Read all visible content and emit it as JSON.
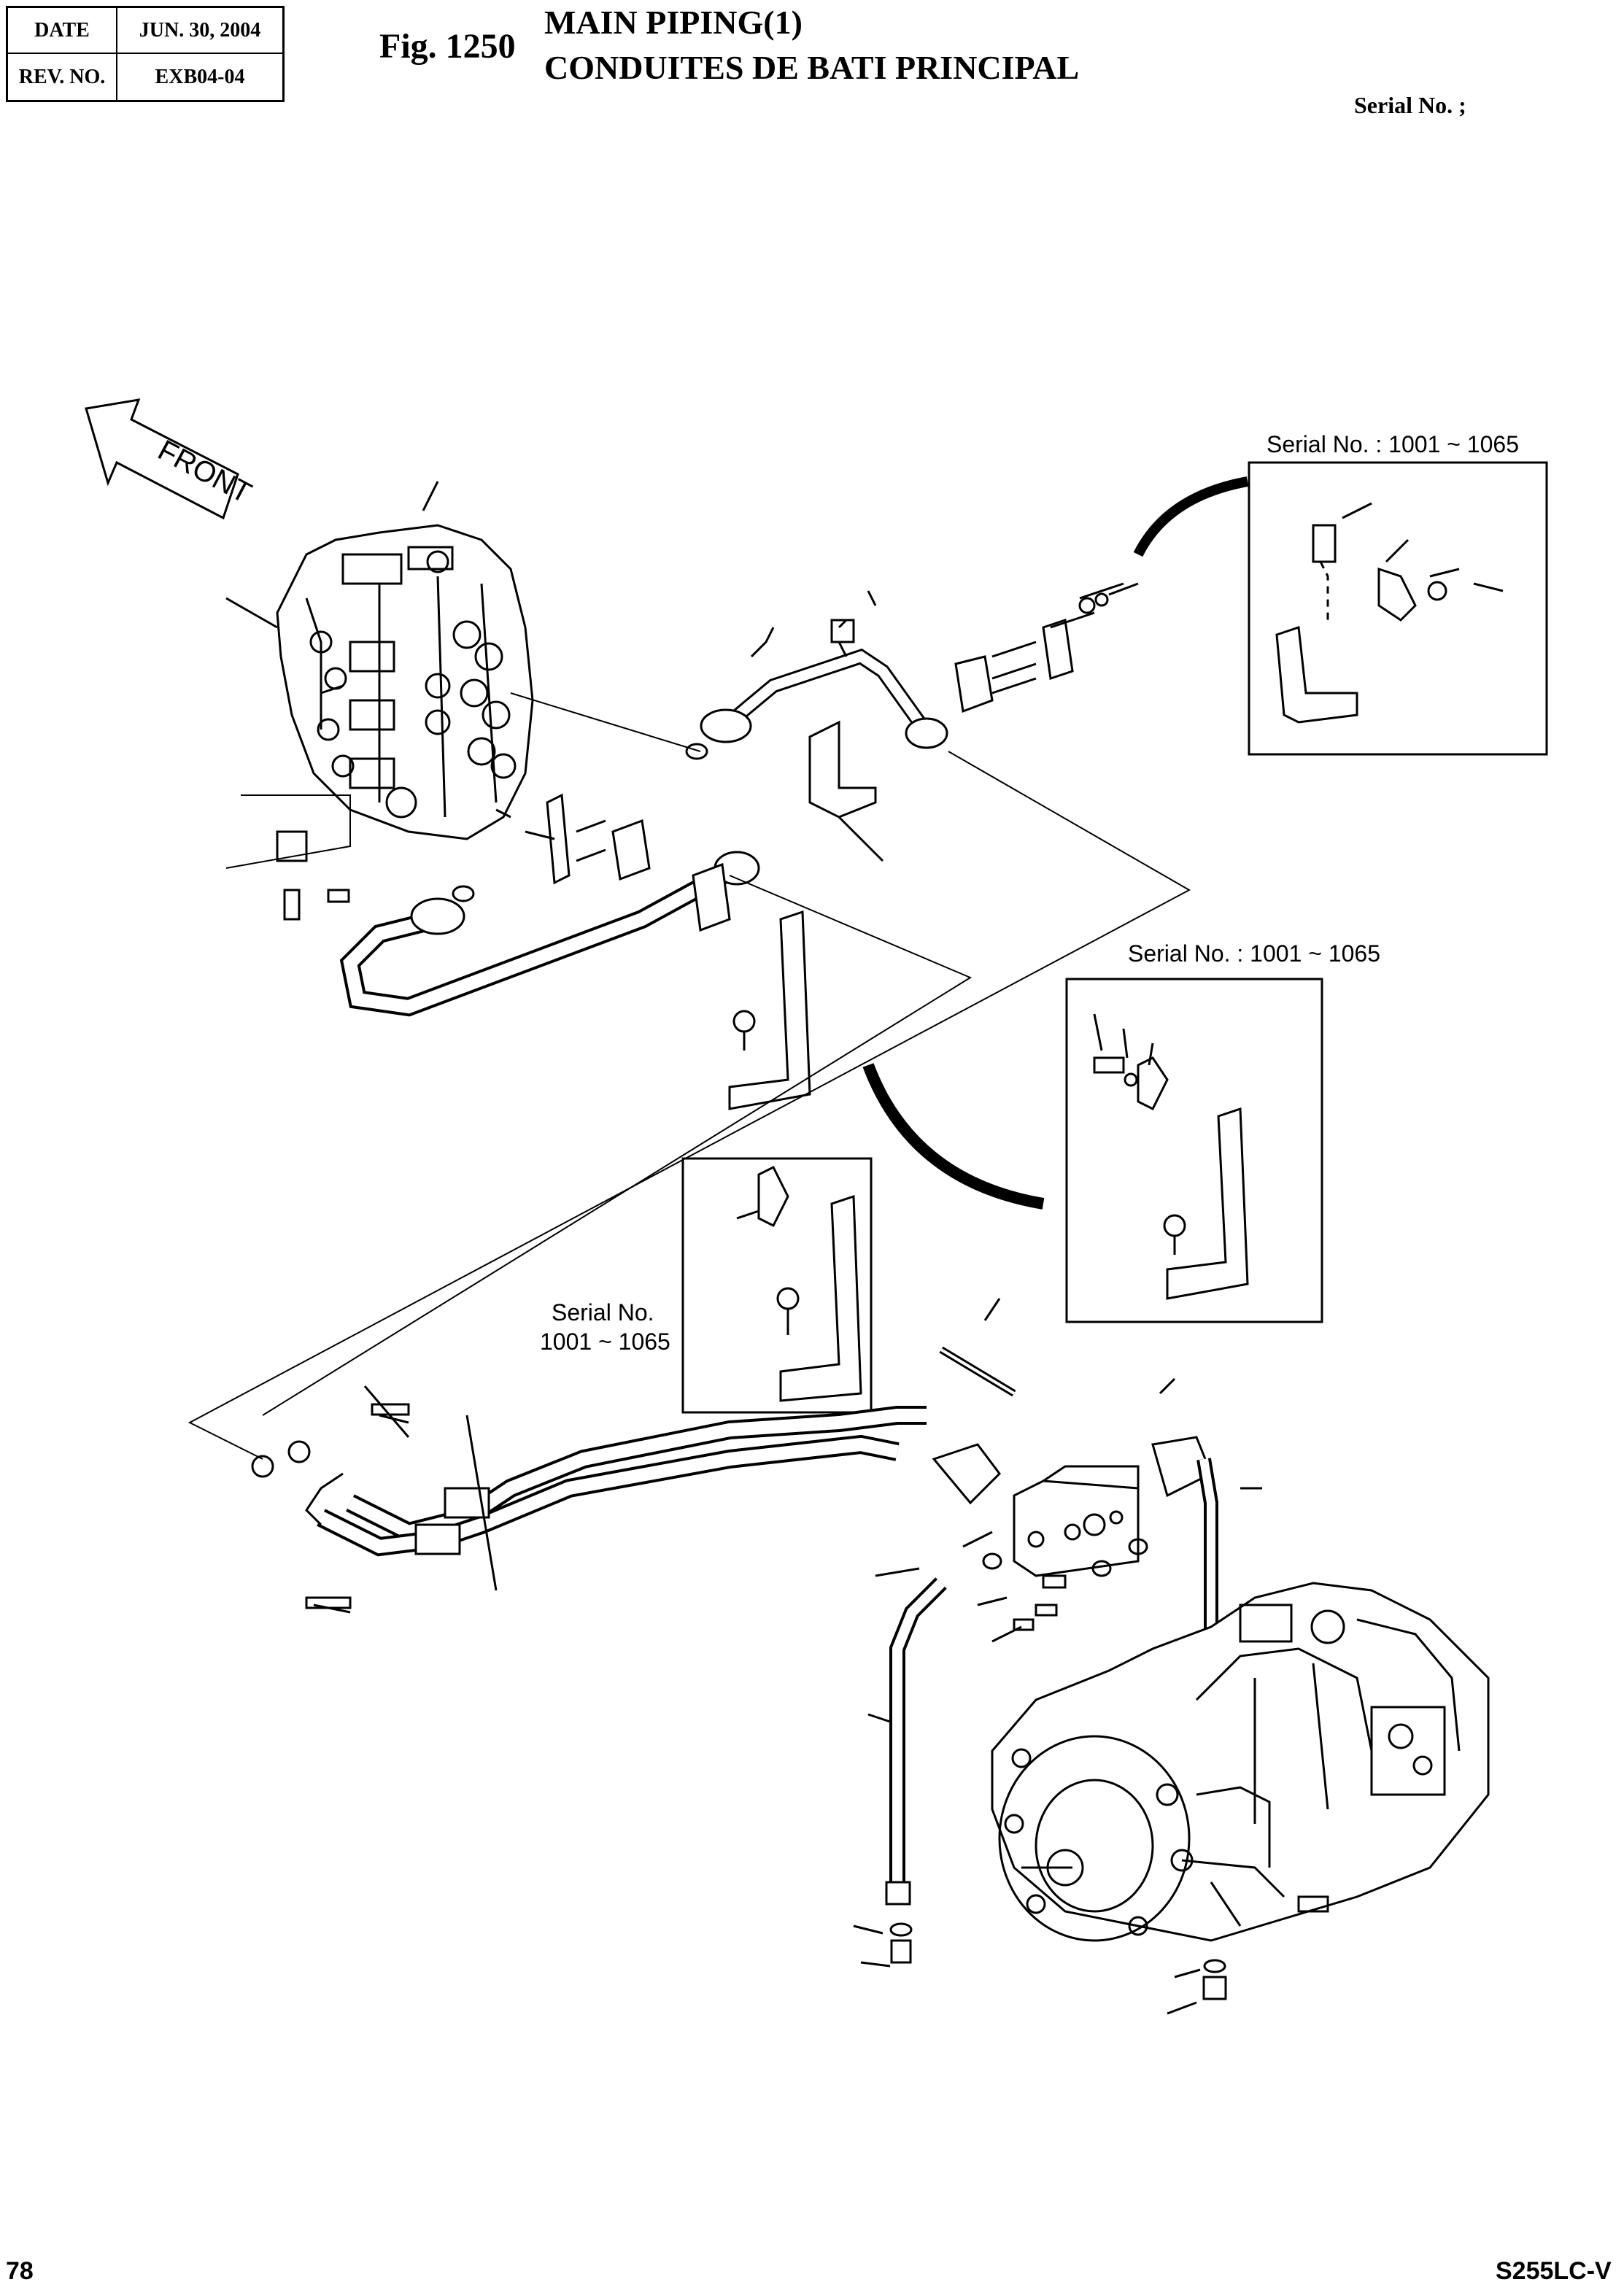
{
  "header": {
    "date_label": "DATE",
    "date_value": "JUN. 30, 2004",
    "rev_label": "REV. NO.",
    "rev_value": "EXB04-04"
  },
  "figure": {
    "number": "Fig. 1250",
    "title_en": "MAIN PIPING(1)",
    "title_fr": "CONDUITES DE BATI PRINCIPAL",
    "serial_header": "Serial No. ;"
  },
  "drawing": {
    "front_label": "FRONT",
    "inset_top_right": "Serial No. : 1001 ~ 1065",
    "inset_middle_right": "Serial No. : 1001 ~ 1065",
    "inset_center_line1": "Serial No.",
    "inset_center_line2": "1001 ~ 1065"
  },
  "footer": {
    "page_number": "78",
    "model": "S255LC-V"
  }
}
